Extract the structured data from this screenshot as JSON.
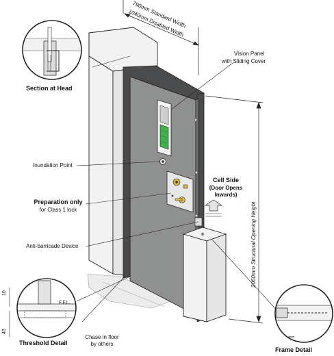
{
  "labels": {
    "standard_width": "790mm Standard Width",
    "disabled_width": "1040mm Disabled Width",
    "vision_panel_1": "Vision Panel",
    "vision_panel_2": "with Sliding Cover",
    "section_at_head": "Section at Head",
    "inundation_point": "Inundation Point",
    "cell_side": "Cell Side",
    "door_opens_1": "(Door Opens",
    "door_opens_2": "Inwards)",
    "prep_1": "Preparation only",
    "prep_2": "for Class 1 lock",
    "anti_barricade": "Anti-barricade Device",
    "opening_height": "2060mm Structural Opening Height",
    "threshold_detail": "Threshold Detail",
    "chase_1": "Chase in floor",
    "chase_2": "by others",
    "frame_detail": "Frame Detail",
    "ffl": "F.F.L.",
    "dim_10": "10",
    "dim_45": "45"
  },
  "colors": {
    "door_face": "#8f9090",
    "door_edge": "#6e6f70",
    "frame_dark": "#4a4b4c",
    "wall_light": "#f2f2f2",
    "vision_green": "#3fb24a",
    "lock_plate": "#e8e8e8",
    "lock_brass": "#d9b24a",
    "line": "#222222"
  }
}
